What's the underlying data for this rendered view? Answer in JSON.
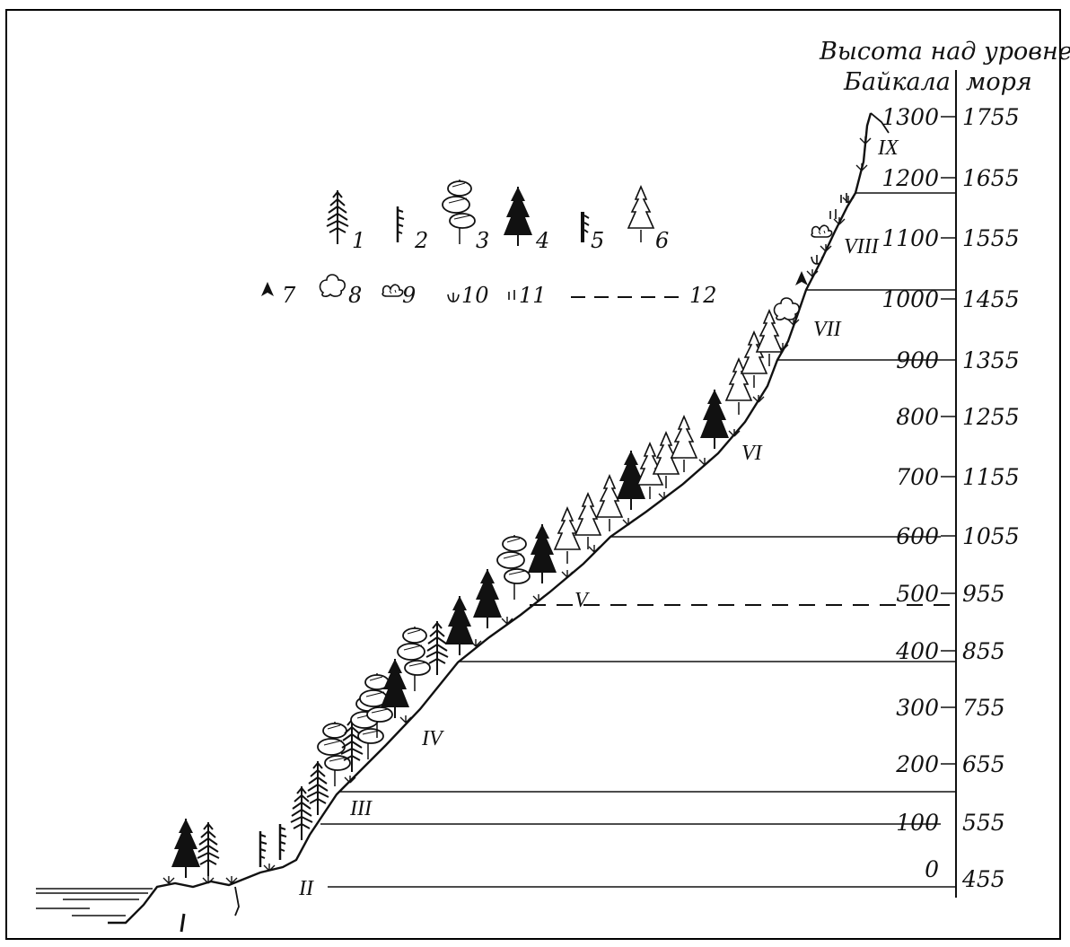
{
  "header": {
    "line1": "Высота над уровнем",
    "col_left": "Байкала",
    "col_right": "моря"
  },
  "scale": {
    "left": [
      "1300",
      "1200",
      "1100",
      "1000",
      "900",
      "800",
      "700",
      "600",
      "500",
      "400",
      "300",
      "200",
      "100",
      "0"
    ],
    "right": [
      "1755",
      "1655",
      "1555",
      "1455",
      "1355",
      "1255",
      "1155",
      "1055",
      "955",
      "855",
      "755",
      "655",
      "555",
      "455"
    ]
  },
  "zones": [
    "I",
    "II",
    "III",
    "IV",
    "V",
    "VI",
    "VII",
    "VIII",
    "IX"
  ],
  "legend": [
    {
      "num": "1",
      "icon": "larch-tree-icon"
    },
    {
      "num": "2",
      "icon": "dry-stem-icon"
    },
    {
      "num": "3",
      "icon": "pine-tree-icon"
    },
    {
      "num": "4",
      "icon": "dark-conifer-icon"
    },
    {
      "num": "5",
      "icon": "stunted-tree-icon"
    },
    {
      "num": "6",
      "icon": "fir-tree-icon"
    },
    {
      "num": "7",
      "icon": "small-conifer-icon"
    },
    {
      "num": "8",
      "icon": "shrub-icon"
    },
    {
      "num": "9",
      "icon": "low-shrub-icon"
    },
    {
      "num": "10",
      "icon": "grass-tuft-icon"
    },
    {
      "num": "11",
      "icon": "moss-icon"
    },
    {
      "num": "12",
      "icon": "dashed-boundary-icon"
    }
  ]
}
